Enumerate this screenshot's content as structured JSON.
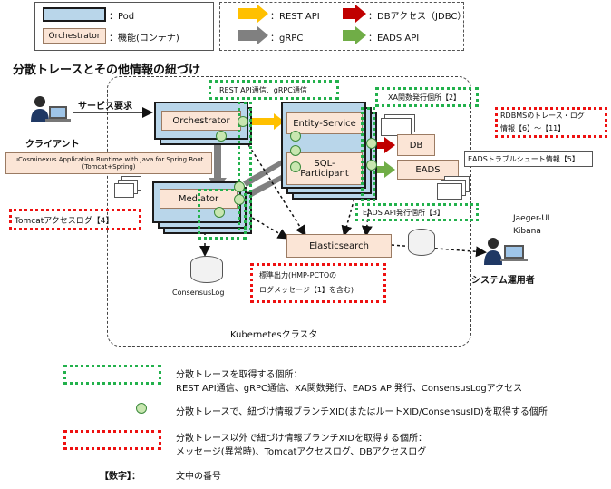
{
  "legend": {
    "pod_label": "：Pod",
    "func_box": "Orchestrator",
    "func_label": "：機能(コンテナ)",
    "rest_label": "：REST API",
    "grpc_label": "：gRPC",
    "db_label": "：DBアクセス（JDBC）",
    "eads_label": "：EADS API",
    "colors": {
      "rest": "#ffc000",
      "grpc": "#808080",
      "db": "#c00000",
      "eads": "#70ad47"
    }
  },
  "diagram": {
    "title": "分散トレースとその他情報の紐づけ",
    "rest_grpc_label": "REST API通信、gRPC通信",
    "service_request": "サービス要求",
    "client_label": "クライアント",
    "orchestrator": "Orchestrator",
    "mediator": "Mediator",
    "entity_service": "Entity-Service",
    "sql_participant_line1": "SQL-",
    "sql_participant_line2": "Participant",
    "xa_label": "XA関数発行個所【2】",
    "rdbms_line1": "RDBMSのトレース・ログ",
    "rdbms_line2": "情報【6】～【11】",
    "db": "DB",
    "eads": "EADS",
    "eads_trouble": "EADSトラブルシュート情報【5】",
    "eads_api_label": "EADS API発行個所【3】",
    "runtime_line1": "uCosminexus Application Runtime with Java for Spring Boot",
    "runtime_line2": "(Tomcat+Spring)",
    "tomcat_log": "Tomcatアクセスログ【4】",
    "elasticsearch": "Elasticsearch",
    "consensuslog": "ConsensusLog",
    "stdout_line1": "標準出力(HMP-PCTOの",
    "stdout_line2": "ログメッセージ【1】を含む)",
    "jaeger_line1": "Jaeger-UI",
    "jaeger_line2": "Kibana",
    "operator_label": "システム運用者",
    "kubernetes": "Kubernetesクラスタ"
  },
  "footer": {
    "green_line1": "分散トレースを取得する個所：",
    "green_line2": "REST API通信、gRPC通信、XA関数発行、EADS API発行、ConsensusLogアクセス",
    "dot_text": "分散トレースで、紐づけ情報ブランチXID(またはルートXID/ConsensusID)を取得する個所",
    "red_line1": "分散トレース以外で紐づけ情報ブランチXIDを取得する個所：",
    "red_line2": "メッセージ(異常時)、Tomcatアクセスログ、DBアクセスログ",
    "note_key": "【数字】：",
    "note_value": "文中の番号"
  }
}
